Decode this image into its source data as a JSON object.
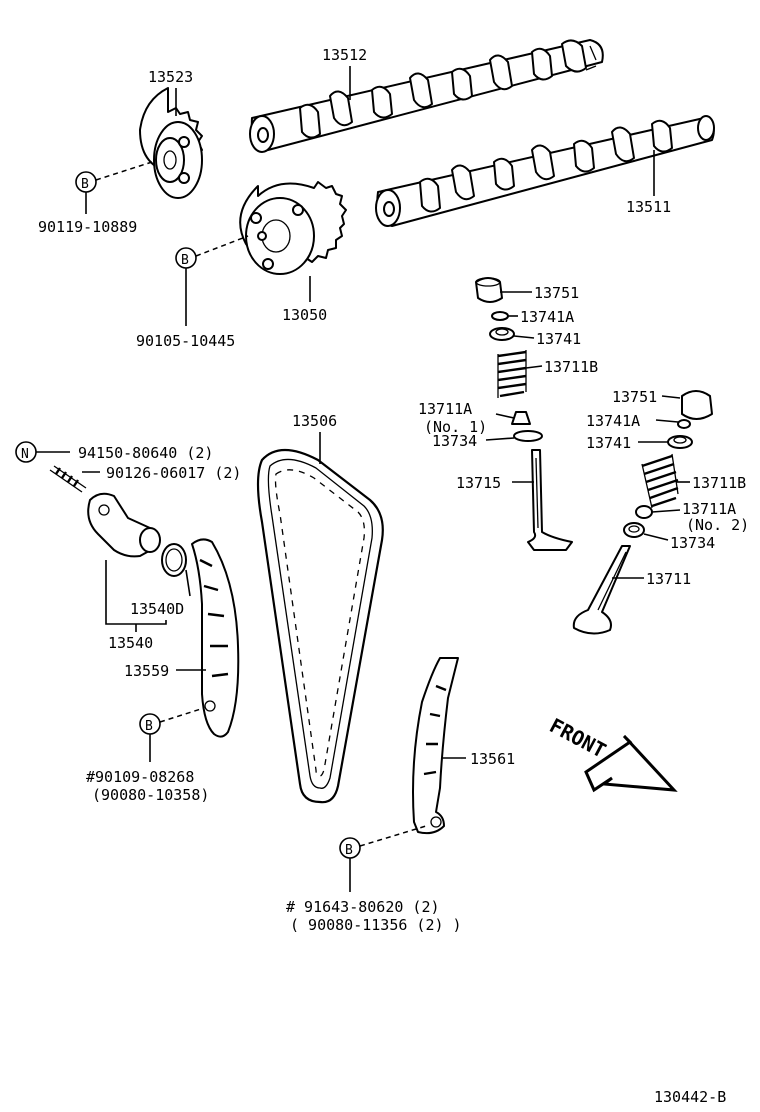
{
  "labels": {
    "p13512": "13512",
    "p13523": "13523",
    "p13511": "13511",
    "p90119": "90119-10889",
    "p13050": "13050",
    "p90105": "90105-10445",
    "p13751a": "13751",
    "p13741Aa": "13741A",
    "p13741a": "13741",
    "p13711Ba": "13711B",
    "p13711Aa": "13711A",
    "p13711Aa_no": "(No. 1)",
    "p13734a": "13734",
    "p13715": "13715",
    "p13751b": "13751",
    "p13741Ab": "13741A",
    "p13741b": "13741",
    "p13711Bb": "13711B",
    "p13711Ab": "13711A",
    "p13711Ab_no": "(No. 2)",
    "p13734b": "13734",
    "p13711": "13711",
    "p13506": "13506",
    "p94150": "94150-80640 (2)",
    "p90126": "90126-06017 (2)",
    "p13540D": "13540D",
    "p13540": "13540",
    "p13559": "13559",
    "p13561": "13561",
    "p90109": "#90109-08268",
    "p90080a": "(90080-10358)",
    "p91643": "# 91643-80620 (2)",
    "p90080b": "( 90080-11356 (2) )",
    "front": "FRONT",
    "code": "130442-B"
  },
  "callouts": {
    "b1": "B",
    "b2": "B",
    "b3": "B",
    "b4": "B",
    "n1": "N"
  }
}
